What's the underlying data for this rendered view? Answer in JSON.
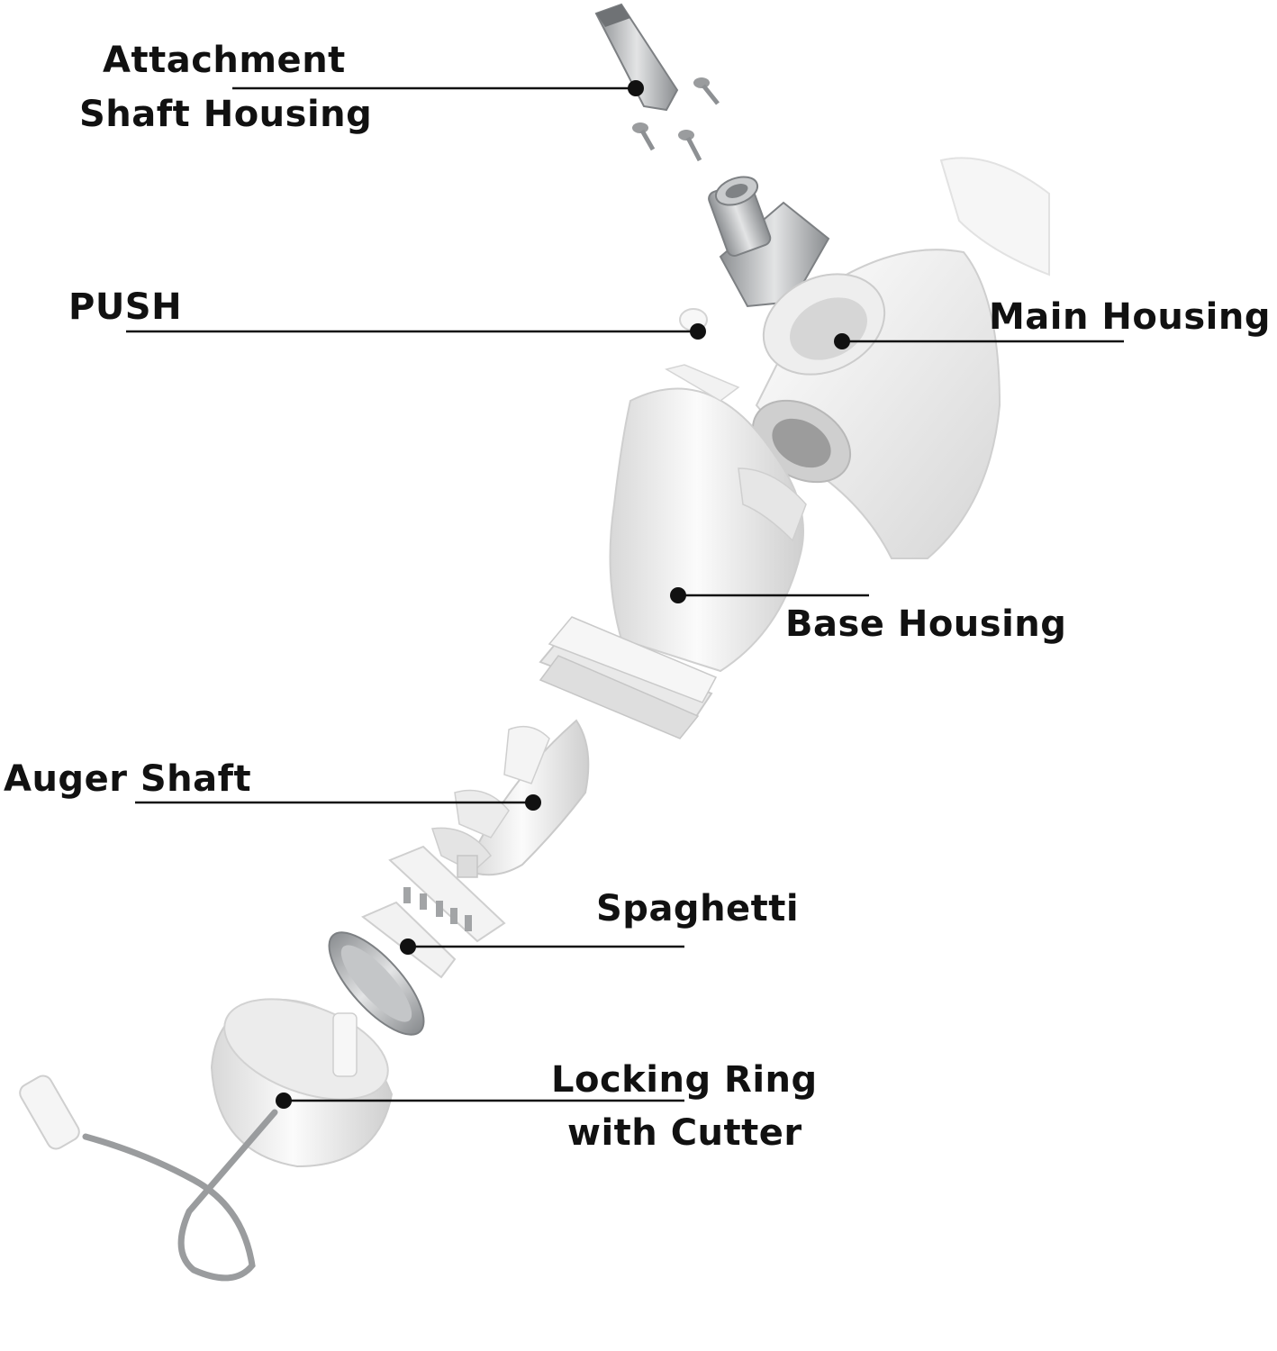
{
  "labels": {
    "attachment_shaft_housing": "Attachment Shaft Housing",
    "attachment_line1": "Attachment",
    "attachment_line2": "Shaft Housing",
    "push": "PUSH",
    "main_housing": "Main Housing",
    "base_housing": "Base Housing",
    "auger_shaft": "Auger Shaft",
    "spaghetti": "Spaghetti",
    "locking_ring_line1": "Locking Ring",
    "locking_ring_line2": "with Cutter"
  },
  "colors": {
    "part_white": "#f4f4f4",
    "part_shade": "#d9d9d9",
    "metal": "#b7b9bb",
    "metal_dark": "#8d9093",
    "leader": "#111111"
  }
}
